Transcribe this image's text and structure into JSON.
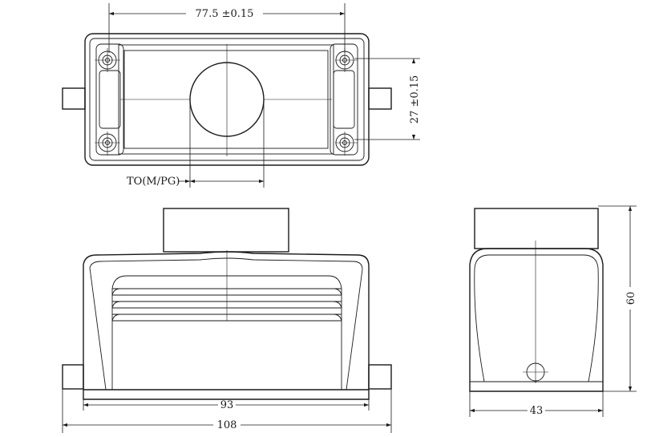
{
  "dimensions": {
    "top_width": "77.5  ±0.15",
    "top_height": "27  ±0.15",
    "thread": "TO(M/PG)",
    "base_inner": "93",
    "base_outer": "108",
    "side_width": "43",
    "side_height": "60"
  },
  "colors": {
    "line": "#1a1a1a",
    "background": "#ffffff"
  }
}
